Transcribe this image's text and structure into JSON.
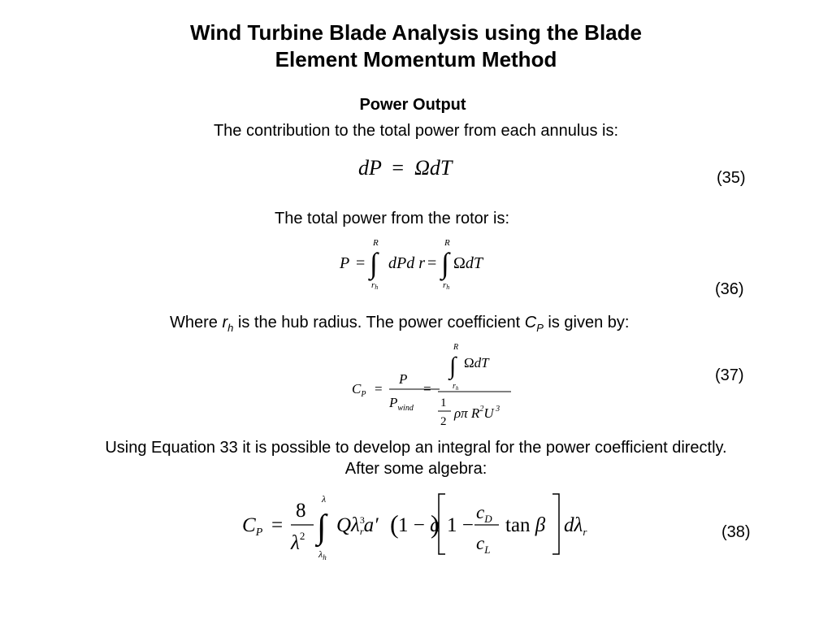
{
  "title": {
    "line1": "Wind Turbine Blade Analysis using the Blade",
    "line2": "Element Momentum Method"
  },
  "section_heading": "Power Output",
  "text": {
    "p1": "The contribution to the total power from each annulus is:",
    "p2": "The total power from the rotor is:",
    "p3_a": "Where ",
    "p3_var": "r",
    "p3_var_sub": "h",
    "p3_b": " is the hub radius. The power coefficient ",
    "p3_coef": "C",
    "p3_coef_sub": "P",
    "p3_c": " is given by:",
    "p4_line1": "Using Equation 33 it is possible to develop an integral for the power coefficient directly.",
    "p4_line2": "After some algebra:"
  },
  "equations": {
    "eq35": {
      "number": "(35)",
      "lhs": "dP",
      "rhs": "ΩdT"
    },
    "eq36": {
      "number": "(36)",
      "upper": "R",
      "lower": "r",
      "lower_sub": "h"
    },
    "eq37": {
      "number": "(37)"
    },
    "eq38": {
      "number": "(38)"
    }
  }
}
